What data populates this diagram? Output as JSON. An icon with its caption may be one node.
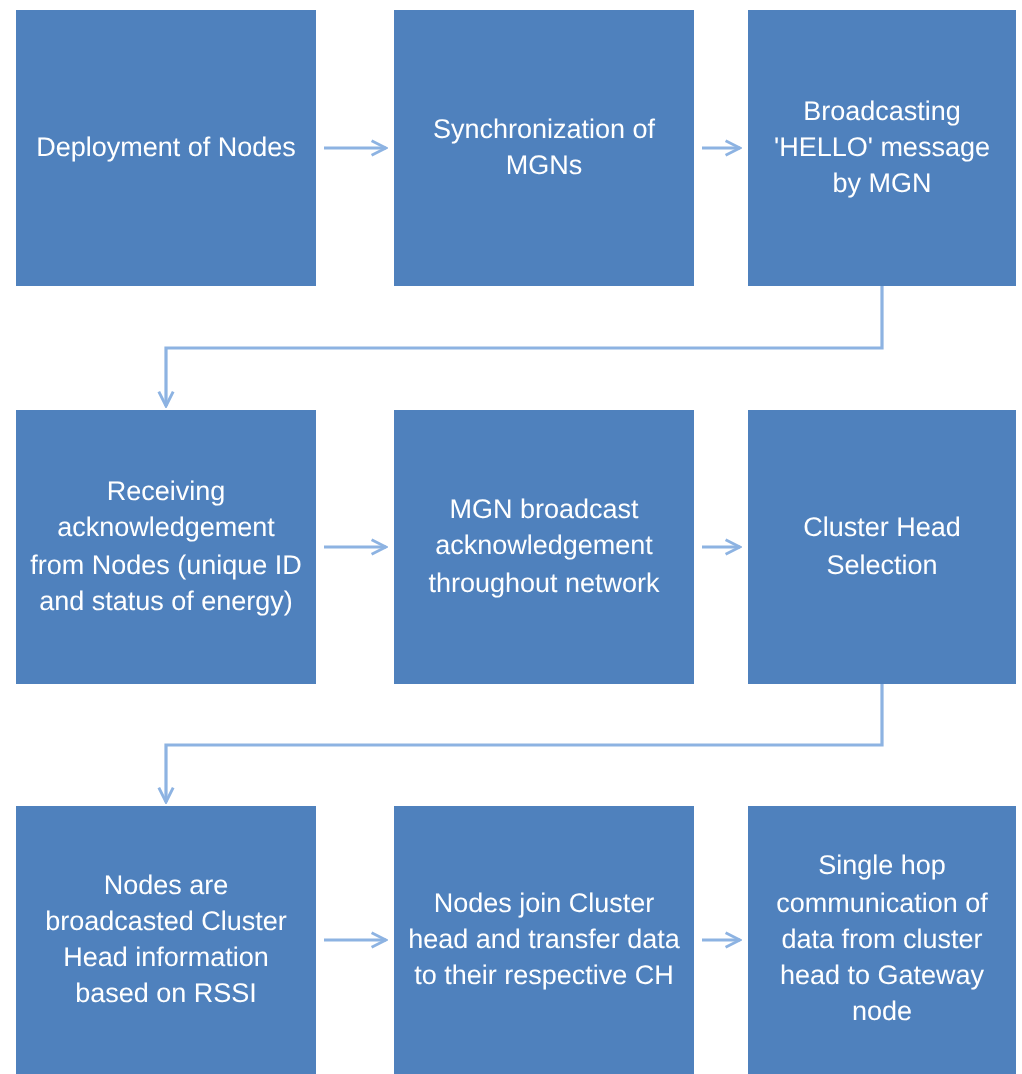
{
  "diagram": {
    "nodes": [
      {
        "text": [
          "Deployment of  Nodes"
        ]
      },
      {
        "text": [
          "Synchronization of MGNs"
        ]
      },
      {
        "text": [
          "Broadcasting 'HELLO' message by MGN"
        ]
      },
      {
        "text": [
          "Receiving acknowledgement from Nodes (unique ID and status of energy)"
        ]
      },
      {
        "text": [
          "MGN broadcast acknowledgement throughout network"
        ]
      },
      {
        "text": [
          "Cluster Head Selection"
        ]
      },
      {
        "text": [
          "Nodes are broadcasted Cluster Head information based on RSSI"
        ]
      },
      {
        "text": [
          "Nodes join Cluster head and transfer data to their respective CH"
        ]
      },
      {
        "text": [
          "Single hop communication of data from cluster head to Gateway node"
        ]
      }
    ],
    "edges": [
      {
        "from": 0,
        "to": 1,
        "arrow": "to"
      },
      {
        "from": 1,
        "to": 2,
        "arrow": "to"
      },
      {
        "from": 2,
        "to": 3,
        "arrow": "to"
      },
      {
        "from": 3,
        "to": 4,
        "arrow": "to"
      },
      {
        "from": 4,
        "to": 5,
        "arrow": "to"
      },
      {
        "from": 5,
        "to": 6,
        "arrow": "to"
      },
      {
        "from": 6,
        "to": 7,
        "arrow": "to"
      },
      {
        "from": 7,
        "to": 8,
        "arrow": "to"
      }
    ]
  }
}
